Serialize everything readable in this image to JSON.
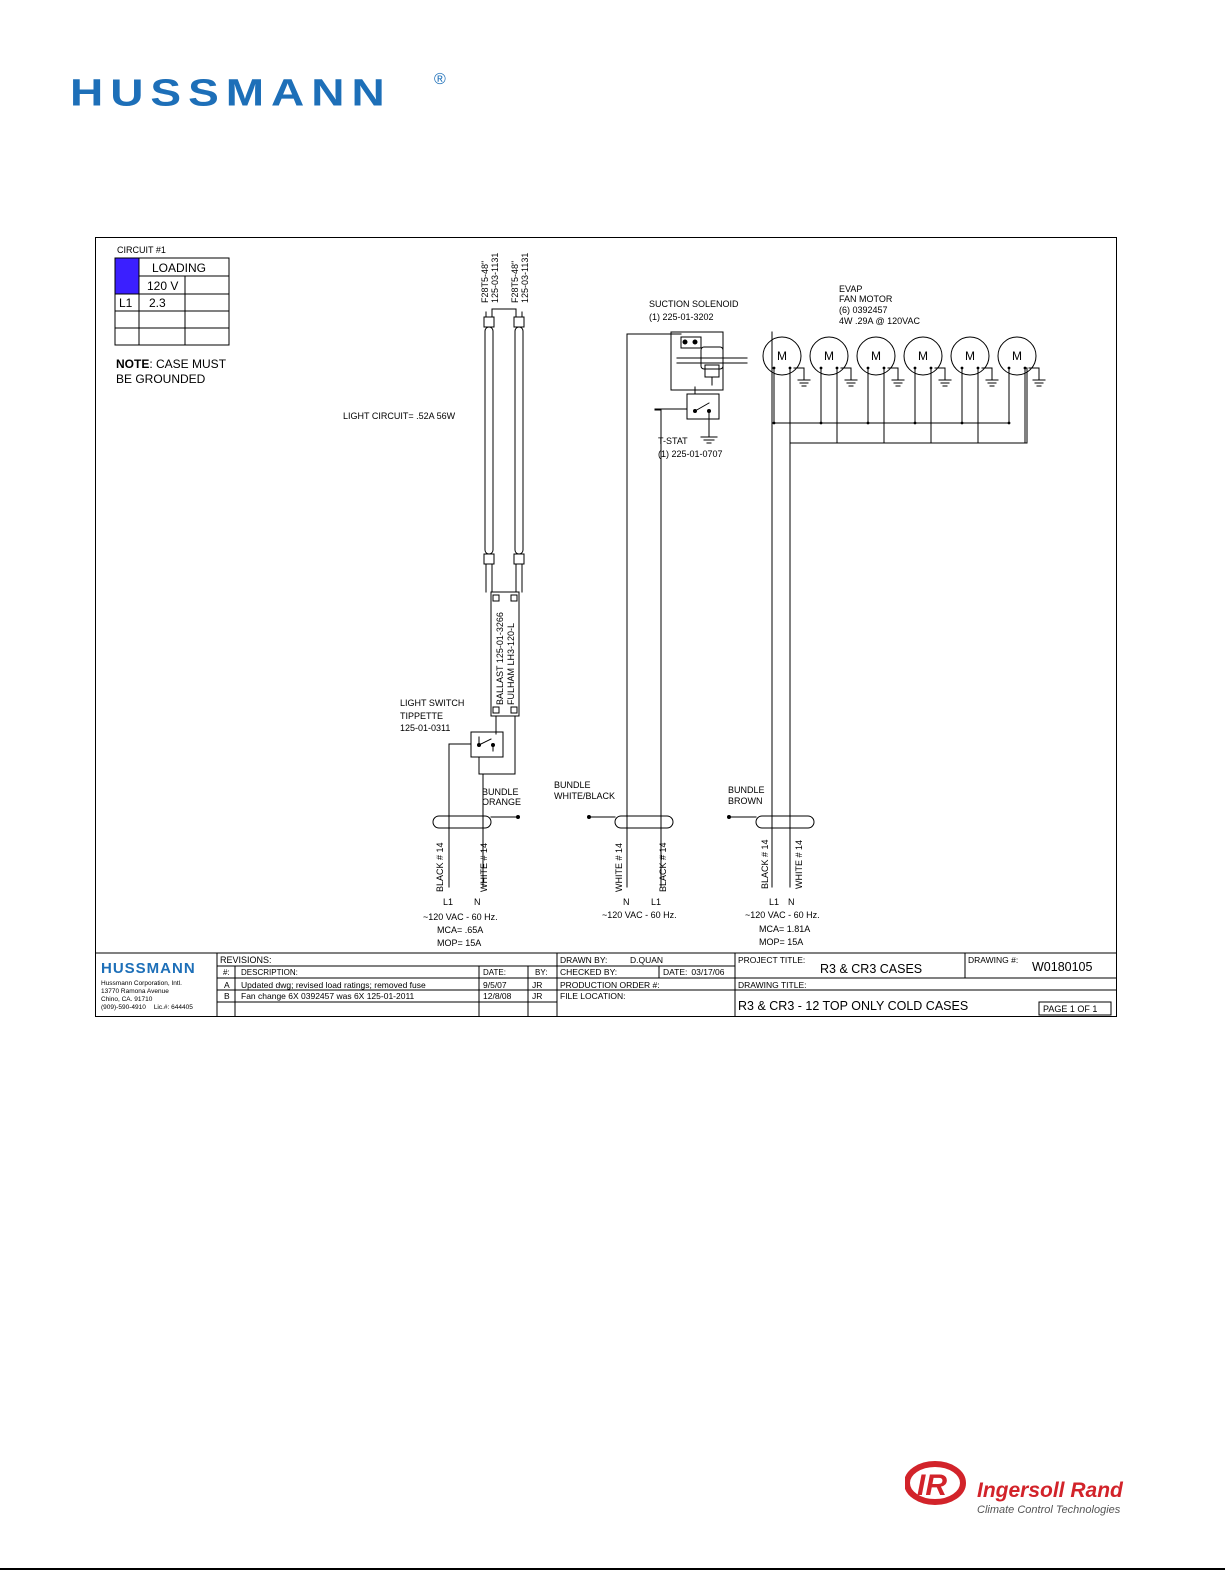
{
  "header": {
    "brand": "HUSSMANN",
    "reg": "®"
  },
  "circuit_table": {
    "title": "CIRCUIT #1",
    "heading": "LOADING",
    "voltage": "120 V",
    "row_label": "L1",
    "row_value": "2.3",
    "swatch_color": "#3b1fff"
  },
  "note": {
    "bold": "NOTE",
    "line1": ": CASE MUST",
    "line2": "BE GROUNDED"
  },
  "lamps": [
    {
      "model": "F28T5-48\"",
      "part": "125-03-1131"
    },
    {
      "model": "F28T5-48\"",
      "part": "125-03-1131"
    }
  ],
  "light_circuit": "LIGHT CIRCUIT= .52A 56W",
  "ballast": {
    "line1": "BALLAST 125-01-3266",
    "line2": "FULHAM LH3-120-L"
  },
  "light_switch": {
    "line1": "LIGHT SWITCH",
    "line2": "TIPPETTE",
    "line3": "125-01-0311"
  },
  "suction_solenoid": {
    "line1": "SUCTION SOLENOID",
    "line2": "(1) 225-01-3202"
  },
  "tstat": {
    "line1": "T-STAT",
    "line2": "(1) 225-01-0707"
  },
  "evap": {
    "line1": "EVAP",
    "line2": "FAN MOTOR",
    "line3": "(6) 0392457",
    "line4": "4W .29A @ 120VAC",
    "motor_label": "M"
  },
  "bundles": [
    {
      "line1": "BUNDLE",
      "line2": "ORANGE",
      "wire_a": "BLACK # 14",
      "wire_b": "WHITE # 14",
      "term_a": "L1",
      "term_b": "N",
      "supply": "~120 VAC - 60 Hz.",
      "mca": "MCA= .65A",
      "mop": "MOP= 15A"
    },
    {
      "line1": "BUNDLE",
      "line2": "WHITE/BLACK",
      "wire_a": "WHITE # 14",
      "wire_b": "BLACK # 14",
      "term_a": "N",
      "term_b": "L1",
      "supply": "~120 VAC - 60 Hz."
    },
    {
      "line1": "BUNDLE",
      "line2": "BROWN",
      "wire_a": "BLACK # 14",
      "wire_b": "WHITE # 14",
      "term_a": "L1",
      "term_b": "N",
      "supply": "~120 VAC - 60 Hz.",
      "mca": "MCA= 1.81A",
      "mop": "MOP= 15A"
    }
  ],
  "title_block": {
    "brand": "HUSSMANN",
    "company": "Hussmann Corporation, Intl.",
    "address1": "13770 Ramona Avenue",
    "address2": "Chino, CA. 91710",
    "phone": "(909)-590-4910",
    "license": "Lic.#: 644405",
    "revisions_label": "REVISIONS:",
    "col_num": "#:",
    "col_desc": "DESCRIPTION:",
    "col_date": "DATE:",
    "col_by": "BY:",
    "revisions": [
      {
        "num": "A",
        "desc": "Updated dwg; revised load ratings; removed fuse",
        "date": "9/5/07",
        "by": "JR"
      },
      {
        "num": "B",
        "desc": "Fan change 6X 0392457 was 6X 125-01-2011",
        "date": "12/8/08",
        "by": "JR"
      }
    ],
    "drawn_by_label": "DRAWN BY:",
    "drawn_by": "D.QUAN",
    "checked_by_label": "CHECKED BY:",
    "date_label": "DATE:",
    "date": "03/17/06",
    "production_order_label": "PRODUCTION ORDER #:",
    "file_location_label": "FILE LOCATION:",
    "project_title_label": "PROJECT TITLE:",
    "project_title": "R3 & CR3 CASES",
    "drawing_num_label": "DRAWING #:",
    "drawing_num": "W0180105",
    "drawing_title_label": "DRAWING TITLE:",
    "drawing_title": "R3 & CR3 - 12 TOP ONLY COLD CASES",
    "page": "PAGE 1 OF 1"
  },
  "footer": {
    "brand": "Ingersoll Rand",
    "tagline": "Climate Control Technologies",
    "brand_color": "#d2232a"
  },
  "colors": {
    "brand_blue": "#1d6fb8",
    "swatch": "#3b1fff"
  }
}
